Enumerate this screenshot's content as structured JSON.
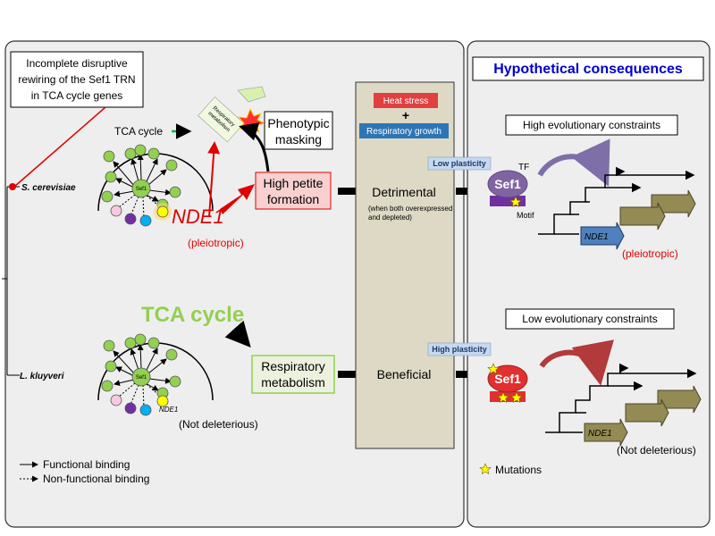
{
  "left_panel": {
    "callout": [
      "Incomplete disruptive",
      "rewiring of the Sef1 TRN",
      "in TCA cycle genes"
    ],
    "species_top": "S. cerevisiae",
    "species_bottom": "L. kluyveri",
    "hub_label": "Sef1",
    "tca_small": "TCA cycle",
    "respiratory_rotated": [
      "Respiratory",
      "metabolism"
    ],
    "phenotypic_masking": [
      "Phenotypic",
      "masking"
    ],
    "high_petite": [
      "High petite",
      "formation"
    ],
    "nde1_big": "NDE1",
    "pleiotropic": "(pleiotropic)",
    "tca_big": "TCA cycle",
    "respiratory_box": [
      "Respiratory",
      "metabolism"
    ],
    "nde1_small": "NDE1",
    "not_deleterious": "(Not deleterious)",
    "column": {
      "heat_stress": "Heat stress",
      "plus": "+",
      "respiratory_growth": "Respiratory growth",
      "detrimental": "Detrimental",
      "detrimental_note": [
        "(when both overexpressed",
        "and depleted)"
      ],
      "beneficial": "Beneficial"
    },
    "legend": {
      "functional": "Functional binding",
      "nonfunctional": "Non-functional binding"
    }
  },
  "right_panel": {
    "title": "Hypothetical consequences",
    "high_constraints": "High evolutionary constraints",
    "low_constraints": "Low evolutionary constraints",
    "low_plasticity": "Low plasticity",
    "high_plasticity": "High plasticity",
    "tf": "TF",
    "sef1": "Sef1",
    "motif": "Motif",
    "nde1": "NDE1",
    "pleiotropic": "(pleiotropic)",
    "not_deleterious": "(Not deleterious)",
    "mutations": "Mutations"
  },
  "colors": {
    "panel_bg": "#eeeeee",
    "column_bg": "#ddd9c4",
    "node_green": "#92d050",
    "red": "#e00000",
    "green_text": "#92d050",
    "gold_gene": "#948a54",
    "blue_gene": "#4f81bd",
    "purple_tf": "#8064a2",
    "red_tf": "#e03030",
    "title_blue": "#0000cc"
  }
}
